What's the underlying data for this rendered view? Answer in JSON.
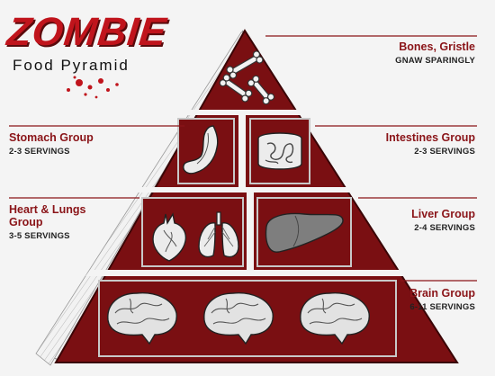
{
  "title": {
    "main": "ZOMBIE",
    "sub": "Food Pyramid"
  },
  "groups": [
    {
      "name": "Bones, Gristle",
      "servings": "GNAW SPARINGLY",
      "side": "right"
    },
    {
      "name": "Stomach Group",
      "servings": "2-3 SERVINGS",
      "side": "left"
    },
    {
      "name": "Intestines Group",
      "servings": "2-3 SERVINGS",
      "side": "right"
    },
    {
      "name": "Heart & Lungs Group",
      "servings": "3-5 SERVINGS",
      "side": "left"
    },
    {
      "name": "Liver Group",
      "servings": "2-4 SERVINGS",
      "side": "right"
    },
    {
      "name": "Brain Group",
      "servings": "6-11 SERVINGS",
      "side": "right"
    }
  ],
  "icons": [
    "bones-icon",
    "stomach-icon",
    "intestines-icon",
    "heart-icon",
    "lungs-icon",
    "liver-icon",
    "brain-icon"
  ],
  "colors": {
    "pyramid": "#7a0f12",
    "accent": "#c0141c",
    "panel": "#e8e8e8",
    "line": "#8a1418"
  }
}
